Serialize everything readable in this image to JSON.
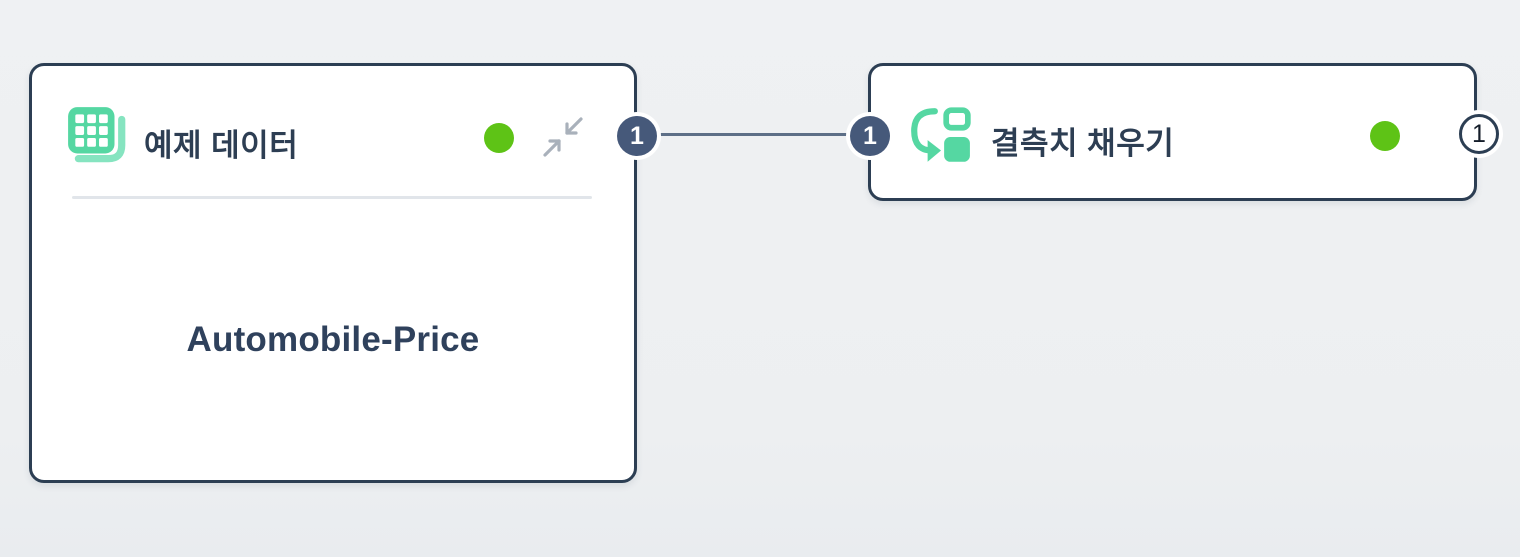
{
  "app": {
    "view": "pipeline-canvas"
  },
  "nodes": [
    {
      "title": "예제 데이터",
      "icon": "table-icon",
      "status": "success",
      "status_color": "#5ec316",
      "dataset_label": "Automobile-Price",
      "output_port": "1"
    },
    {
      "title": "결측치 채우기",
      "icon": "transform-icon",
      "status": "success",
      "status_color": "#5ec316",
      "input_port": "1",
      "output_port": "1"
    }
  ],
  "edge": {
    "from": "예제 데이터",
    "to": "결측치 채우기"
  },
  "colors": {
    "background": "#eef0f2",
    "node_background": "#ffffff",
    "node_border": "#2c3e53",
    "title_text": "#2d3e53",
    "icon_green": "#55d7a2",
    "icon_green_light": "#86e4c0",
    "status_green": "#5ec316",
    "port_fill": "#46597a",
    "port_open_text": "#141d29",
    "edge_line": "#5d6f87",
    "collapse_icon_gray": "#a9b1bb",
    "divider": "#e1e5ea"
  }
}
